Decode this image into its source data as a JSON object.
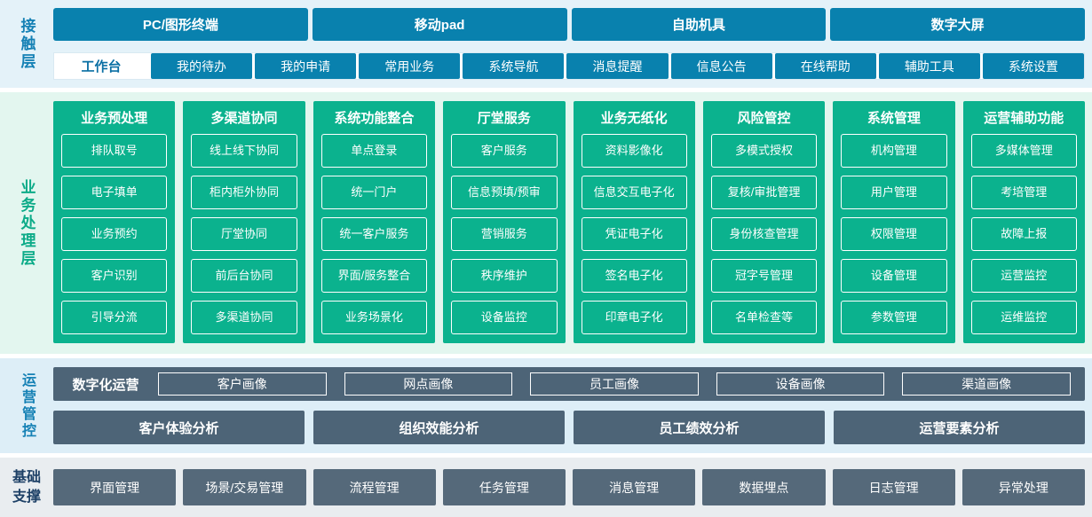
{
  "contact": {
    "label": "接触层",
    "terminals": [
      "PC/图形终端",
      "移动pad",
      "自助机具",
      "数字大屏"
    ],
    "workbench_label": "工作台",
    "workbench_items": [
      "我的待办",
      "我的申请",
      "常用业务",
      "系统导航",
      "消息提醒",
      "信息公告",
      "在线帮助",
      "辅助工具",
      "系统设置"
    ]
  },
  "business": {
    "label": "业务处理层",
    "columns": [
      {
        "title": "业务预处理",
        "items": [
          "排队取号",
          "电子填单",
          "业务预约",
          "客户识别",
          "引导分流"
        ]
      },
      {
        "title": "多渠道协同",
        "items": [
          "线上线下协同",
          "柜内柜外协同",
          "厅堂协同",
          "前后台协同",
          "多渠道协同"
        ]
      },
      {
        "title": "系统功能整合",
        "items": [
          "单点登录",
          "统一门户",
          "统一客户服务",
          "界面/服务整合",
          "业务场景化"
        ]
      },
      {
        "title": "厅堂服务",
        "items": [
          "客户服务",
          "信息预填/预审",
          "营销服务",
          "秩序维护",
          "设备监控"
        ]
      },
      {
        "title": "业务无纸化",
        "items": [
          "资料影像化",
          "信息交互电子化",
          "凭证电子化",
          "签名电子化",
          "印章电子化"
        ]
      },
      {
        "title": "风险管控",
        "items": [
          "多模式授权",
          "复核/审批管理",
          "身份核查管理",
          "冠字号管理",
          "名单检查等"
        ]
      },
      {
        "title": "系统管理",
        "items": [
          "机构管理",
          "用户管理",
          "权限管理",
          "设备管理",
          "参数管理"
        ]
      },
      {
        "title": "运营辅助功能",
        "items": [
          "多媒体管理",
          "考培管理",
          "故障上报",
          "运营监控",
          "运维监控"
        ]
      }
    ]
  },
  "operations": {
    "label": "运营管控",
    "digital_label": "数字化运营",
    "digital_items": [
      "客户画像",
      "网点画像",
      "员工画像",
      "设备画像",
      "渠道画像"
    ],
    "analysis_items": [
      "客户体验分析",
      "组织效能分析",
      "员工绩效分析",
      "运营要素分析"
    ]
  },
  "foundation": {
    "label": "基础\n支撑",
    "items": [
      "界面管理",
      "场景/交易管理",
      "流程管理",
      "任务管理",
      "消息管理",
      "数据埋点",
      "日志管理",
      "异常处理"
    ]
  },
  "colors": {
    "contact_button": "#0981ae",
    "business_panel": "#0bb28e",
    "ops_panel": "#4d6477",
    "foundation_button": "#55697a"
  }
}
